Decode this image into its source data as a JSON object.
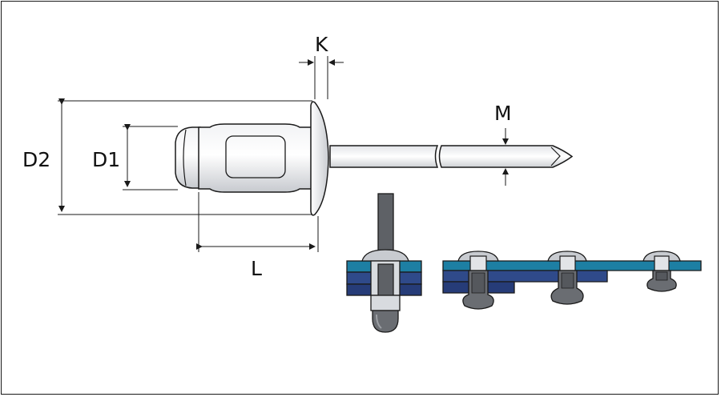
{
  "labels": {
    "k": "K",
    "m": "M",
    "d2": "D2",
    "d1": "D1",
    "l": "L"
  },
  "colors": {
    "outline": "#1a1a1a",
    "sheet_top": "#1d7fa3",
    "sheet_mid": "#2f4a8a",
    "sheet_bottom": "#263c78",
    "rivet_fill": "#d8dbdf",
    "rivet_dark": "#595c61",
    "mandrel": "#5e6166"
  },
  "icons": {
    "rivet_side_view": "blind-rivet-icon",
    "installation_sequence": "rivet-installation-icon"
  }
}
